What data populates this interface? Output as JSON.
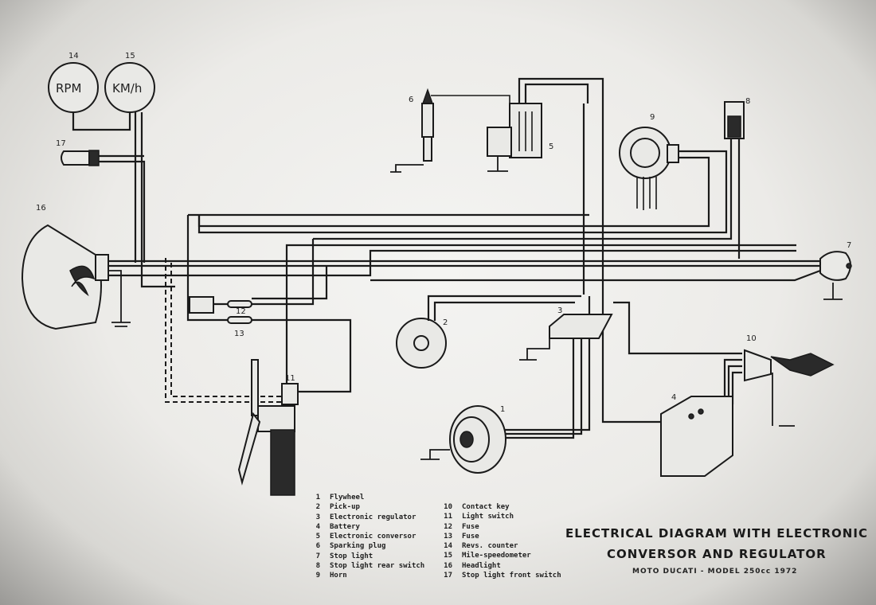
{
  "components": [
    {
      "num": "1",
      "name": "Flywheel"
    },
    {
      "num": "2",
      "name": "Pick-up"
    },
    {
      "num": "3",
      "name": "Electronic regulator"
    },
    {
      "num": "4",
      "name": "Battery"
    },
    {
      "num": "5",
      "name": "Electronic conversor"
    },
    {
      "num": "6",
      "name": "Sparking plug"
    },
    {
      "num": "7",
      "name": "Stop light"
    },
    {
      "num": "8",
      "name": "Stop light rear switch"
    },
    {
      "num": "9",
      "name": "Horn"
    },
    {
      "num": "10",
      "name": "Contact key"
    },
    {
      "num": "11",
      "name": "Light switch"
    },
    {
      "num": "12",
      "name": "Fuse"
    },
    {
      "num": "13",
      "name": "Fuse"
    },
    {
      "num": "14",
      "name": "Revs. counter"
    },
    {
      "num": "15",
      "name": "Mile-speedometer"
    },
    {
      "num": "16",
      "name": "Headlight"
    },
    {
      "num": "17",
      "name": "Stop light front switch"
    }
  ],
  "gauges": {
    "rpm": "RPM",
    "kmh": "KM/h"
  },
  "title_line1": "ELECTRICAL DIAGRAM WITH ELECTRONIC",
  "title_line2": "CONVERSOR AND REGULATOR",
  "subtitle": "MOTO DUCATI - MODEL 250cc 1972"
}
